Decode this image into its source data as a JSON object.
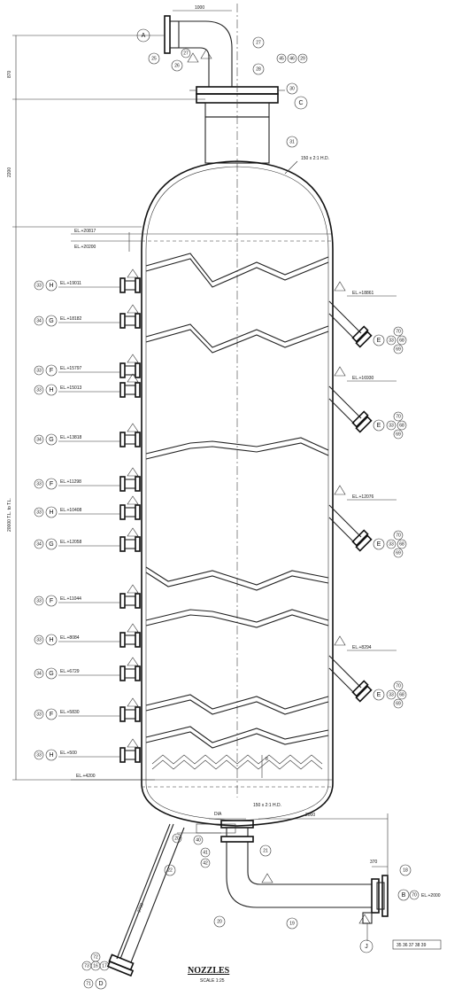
{
  "title": "NOZZLES",
  "scale": "SCALE 1:25",
  "top_dim": "1000",
  "elevations": {
    "el_top1": "EL.+20817",
    "el_top2": "EL.+20200",
    "el_bottom": "EL.+4200",
    "el_outlet": "EL.+2000"
  },
  "callouts": {
    "c_a": "A",
    "c_c": "C",
    "c_j": "J",
    "c_b": "B",
    "c_d": "D",
    "c_30": "30",
    "c_31": "31",
    "c_25": "25",
    "c_26": "26",
    "c_27": "27",
    "c_28": "28",
    "c_29": "29",
    "c_45": "45",
    "c_46": "46",
    "c_18": "18",
    "c_19": "19",
    "c_21": "21",
    "c_22": "22",
    "c_23": "23",
    "c_20": "20",
    "c_35": "35",
    "c_40": "40",
    "c_41": "41",
    "c_42": "42",
    "c_68": "68",
    "c_69": "69",
    "c_70": "70",
    "c_71": "71",
    "c_72": "72",
    "c_73": "73",
    "c_16": "16",
    "c_17": "17"
  },
  "left_nozzles": [
    {
      "num": "33",
      "letter": "H",
      "el": "EL.+19011"
    },
    {
      "num": "34",
      "letter": "G",
      "el": "EL.+18182"
    },
    {
      "num": "33",
      "letter": "F",
      "el": "EL.+15797"
    },
    {
      "num": "33",
      "letter": "H",
      "el": "EL.+15013"
    },
    {
      "num": "34",
      "letter": "G",
      "el": "EL.+13818"
    },
    {
      "num": "33",
      "letter": "F",
      "el": "EL.+11298"
    },
    {
      "num": "33",
      "letter": "H",
      "el": "EL.+10408"
    },
    {
      "num": "34",
      "letter": "G",
      "el": "EL.+12058"
    },
    {
      "num": "33",
      "letter": "F",
      "el": "EL.+11044"
    },
    {
      "num": "33",
      "letter": "H",
      "el": "EL.+8084"
    },
    {
      "num": "34",
      "letter": "G",
      "el": "EL.+6729"
    },
    {
      "num": "33",
      "letter": "F",
      "el": "EL.+5830"
    },
    {
      "num": "33",
      "letter": "H",
      "el": "EL.+500"
    }
  ],
  "right_nozzles": [
    {
      "el": "EL.+18861",
      "letter": "E",
      "n1": "70",
      "n2": "33",
      "n3": "68",
      "n4": "69"
    },
    {
      "el": "EL.+16930",
      "letter": "E",
      "n1": "70",
      "n2": "33",
      "n3": "68",
      "n4": "69"
    },
    {
      "el": "EL.+12076",
      "letter": "E",
      "n1": "70",
      "n2": "33",
      "n3": "68",
      "n4": "69"
    },
    {
      "el": "EL.+8294",
      "letter": "E",
      "n1": "70",
      "n2": "33",
      "n3": "68",
      "n4": "69"
    }
  ],
  "dims": {
    "d_left_top": "870",
    "d_left_mid": "2200",
    "d_left_long": "20000 T.L. to T.L.",
    "d_bottom_right": "2000",
    "d_bottom_small": "370",
    "d_slope": "2730",
    "d_head_top": "150 x 2:1 H.D.",
    "d_head_bot": "150 x 2:1 H.D.",
    "d_center": "DIA",
    "d_bottom_note": "8"
  },
  "stack_label": "35 36 37 38 39"
}
